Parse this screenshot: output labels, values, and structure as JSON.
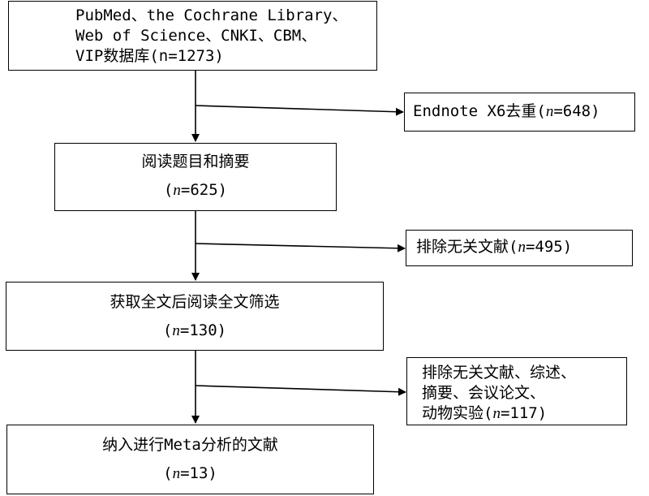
{
  "boxes": {
    "search": {
      "line1": "PubMed、the Cochrane Library、",
      "line2": "Web of Science、CNKI、CBM、",
      "line3": "VIP数据库(n=1273)"
    },
    "dedup": {
      "prefix": "Endnote X6去重(",
      "n": "n",
      "value": "=648)"
    },
    "screen_title": {
      "label": "阅读题目和摘要",
      "open": "(",
      "n": "n",
      "value": "=625)"
    },
    "exclude1": {
      "prefix": "排除无关文献(",
      "n": "n",
      "value": "=495)"
    },
    "fulltext": {
      "label": "获取全文后阅读全文筛选",
      "open": "(",
      "n": "n",
      "value": "=130)"
    },
    "exclude2": {
      "line1": "排除无关文献、综述、",
      "line2": "摘要、会议论文、",
      "line3_prefix": "动物实验(",
      "n": "n",
      "line3_value": "=117)"
    },
    "included": {
      "label": "纳入进行Meta分析的文献",
      "open": "(",
      "n": "n",
      "value": "=13)"
    }
  }
}
